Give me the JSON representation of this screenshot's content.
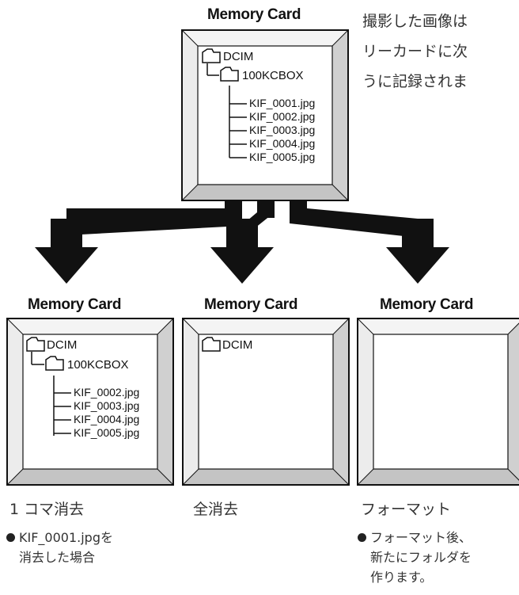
{
  "intro_lines": [
    "撮影した画像は",
    "リーカードに次",
    "うに記録されま"
  ],
  "top_card": {
    "title": "Memory Card",
    "folder1": "DCIM",
    "folder2": "100KCBOX",
    "files": [
      "KIF_0001.jpg",
      "KIF_0002.jpg",
      "KIF_0003.jpg",
      "KIF_0004.jpg",
      "KIF_0005.jpg"
    ]
  },
  "cards": [
    {
      "title": "Memory Card",
      "folder1": "DCIM",
      "folder2": "100KCBOX",
      "files": [
        "KIF_0002.jpg",
        "KIF_0003.jpg",
        "KIF_0004.jpg",
        "KIF_0005.jpg"
      ],
      "caption": "1 コマ消去",
      "notes": [
        "KIF_0001.jpgを",
        "消去した場合"
      ]
    },
    {
      "title": "Memory Card",
      "folder1": "DCIM",
      "caption": "全消去",
      "notes": []
    },
    {
      "title": "Memory Card",
      "caption": "フォーマット",
      "notes": [
        "フォーマット後、",
        "新たにフォルダを",
        "作ります。"
      ]
    }
  ],
  "colors": {
    "card_edge": "#111111",
    "arrow": "#111111",
    "bevel_light": "#f3f3f3",
    "bevel_dark": "#cfcfcf"
  }
}
